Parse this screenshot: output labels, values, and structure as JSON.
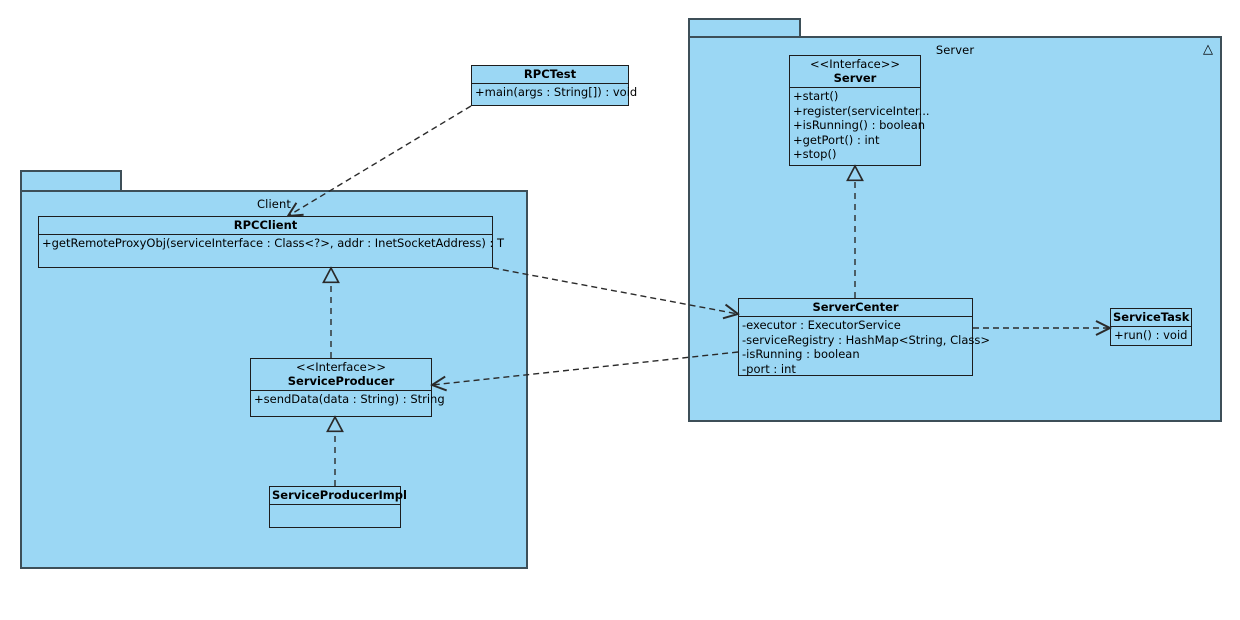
{
  "diagram": {
    "type": "uml-class-diagram",
    "title": "RPC framework class diagram",
    "colors": {
      "fill": "#9BD7F4",
      "package_border": "#3d4f58",
      "class_border": "#1d1d1d",
      "line": "#2a2a2a",
      "background": "#ffffff"
    }
  },
  "packages": [
    {
      "id": "client-package",
      "label": "Client",
      "corner_icon": ""
    },
    {
      "id": "server-package",
      "label": "Server",
      "corner_icon": "△"
    }
  ],
  "classes": [
    {
      "id": "rpctest",
      "name": "RPCTest",
      "stereotype": "",
      "attributes": [],
      "methods": [
        "+main(args : String[]) : void"
      ]
    },
    {
      "id": "rpcclient",
      "name": "RPCClient",
      "stereotype": "",
      "attributes": [],
      "methods": [
        "+getRemoteProxyObj(serviceInterface : Class<?>, addr : InetSocketAddress) : T"
      ]
    },
    {
      "id": "serviceproducer",
      "name": "ServiceProducer",
      "stereotype": "<<Interface>>",
      "attributes": [],
      "methods": [
        "+sendData(data : String) : String"
      ]
    },
    {
      "id": "serviceproducerimpl",
      "name": "ServiceProducerImpl",
      "stereotype": "",
      "attributes": [],
      "methods": []
    },
    {
      "id": "server",
      "name": "Server",
      "stereotype": "<<Interface>>",
      "attributes": [],
      "methods": [
        "+start()",
        "+register(serviceInter...",
        "+isRunning() : boolean",
        "+getPort() : int",
        "+stop()"
      ]
    },
    {
      "id": "servercenter",
      "name": "ServerCenter",
      "stereotype": "",
      "attributes": [
        "-executor : ExecutorService",
        "-serviceRegistry : HashMap<String, Class>",
        "-isRunning : boolean",
        "-port : int"
      ],
      "methods": []
    },
    {
      "id": "servicetask",
      "name": "ServiceTask",
      "stereotype": "",
      "attributes": [],
      "methods": [
        "+run() : void"
      ]
    }
  ],
  "relations": [
    {
      "id": "rpctest-to-rpcclient",
      "from": "rpctest",
      "to": "rpcclient",
      "type": "dependency",
      "style": "dashed",
      "arrow": "open"
    },
    {
      "id": "rpcclient-to-servercenter",
      "from": "rpcclient",
      "to": "servercenter",
      "type": "dependency",
      "style": "dashed",
      "arrow": "open"
    },
    {
      "id": "servercenter-to-serviceproducer",
      "from": "servercenter",
      "to": "serviceproducer",
      "type": "dependency",
      "style": "dashed",
      "arrow": "open"
    },
    {
      "id": "servercenter-to-servicetask",
      "from": "servercenter",
      "to": "servicetask",
      "type": "dependency",
      "style": "dashed",
      "arrow": "open"
    },
    {
      "id": "rpcclient-realizes-serviceproducer",
      "from": "serviceproducer",
      "to": "rpcclient",
      "type": "realization",
      "style": "dashed",
      "arrow": "hollow-triangle"
    },
    {
      "id": "serviceproducerimpl-realizes-serviceproducer",
      "from": "serviceproducerimpl",
      "to": "serviceproducer",
      "type": "realization",
      "style": "dashed",
      "arrow": "hollow-triangle"
    },
    {
      "id": "servercenter-realizes-server",
      "from": "servercenter",
      "to": "server",
      "type": "realization",
      "style": "dashed",
      "arrow": "hollow-triangle"
    }
  ]
}
